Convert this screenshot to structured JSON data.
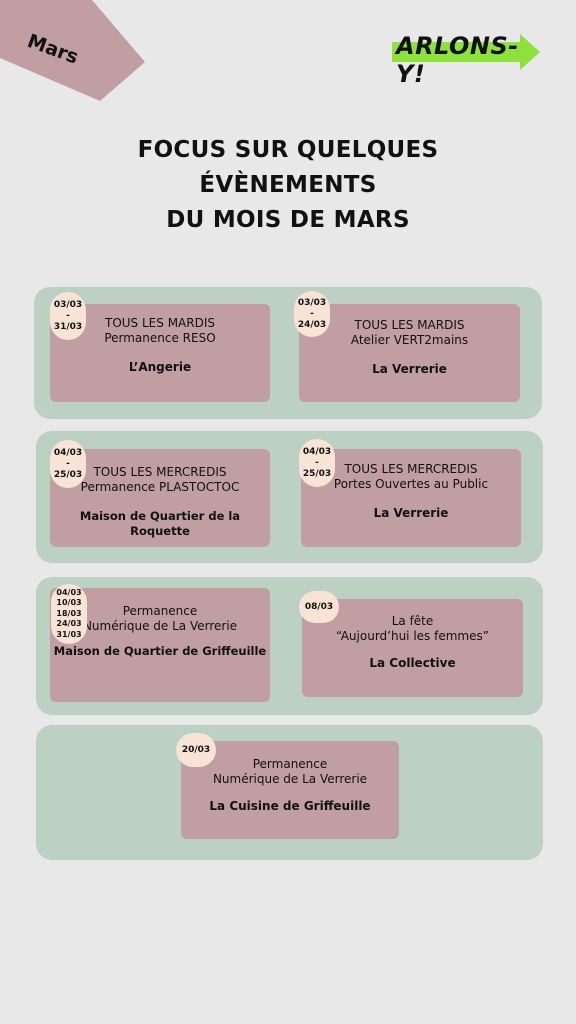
{
  "header": {
    "month": "Mars",
    "logo_text": "ARLONS-Y!"
  },
  "title": {
    "line1": "FOCUS SUR QUELQUES",
    "line2": "ÉVÈNEMENTS",
    "line3": "DU MOIS DE MARS"
  },
  "events": [
    {
      "dates": [
        "03/03",
        "-",
        "31/03"
      ],
      "line1": "TOUS LES MARDIS",
      "line2": "Permanence RESO",
      "place": "L’Angerie"
    },
    {
      "dates": [
        "03/03",
        "-",
        "24/03"
      ],
      "line1": "TOUS LES MARDIS",
      "line2": "Atelier VERT2mains",
      "place": "La Verrerie"
    },
    {
      "dates": [
        "04/03",
        "-",
        "25/03"
      ],
      "line1": "TOUS LES MERCREDIS",
      "line2": "Permanence PLASTOCTOC",
      "place": "Maison de Quartier de la Roquette"
    },
    {
      "dates": [
        "04/03",
        "-",
        "25/03"
      ],
      "line1": "TOUS LES MERCREDIS",
      "line2": "Portes Ouvertes au Public",
      "place": "La Verrerie"
    },
    {
      "dates": [
        "04/03",
        "10/03",
        "18/03",
        "24/03",
        "31/03"
      ],
      "line1": "Permanence",
      "line2": "Numérique de La Verrerie",
      "place": "Maison de Quartier de Griffeuille"
    },
    {
      "dates": [
        "08/03"
      ],
      "line1": "La fête",
      "line2": "“Aujourd’hui les femmes”",
      "place": "La Collective"
    },
    {
      "dates": [
        "20/03"
      ],
      "line1": "Permanence",
      "line2": "Numérique de La Verrerie",
      "place": "La Cuisine de Griffeuille"
    }
  ],
  "colors": {
    "background": "#e8e8e8",
    "banner": "#c09ea2",
    "group": "#bcd0c3",
    "card": "#c09ea2",
    "badge": "#f8e4d6",
    "logo_arrow": "#8fe23c"
  }
}
